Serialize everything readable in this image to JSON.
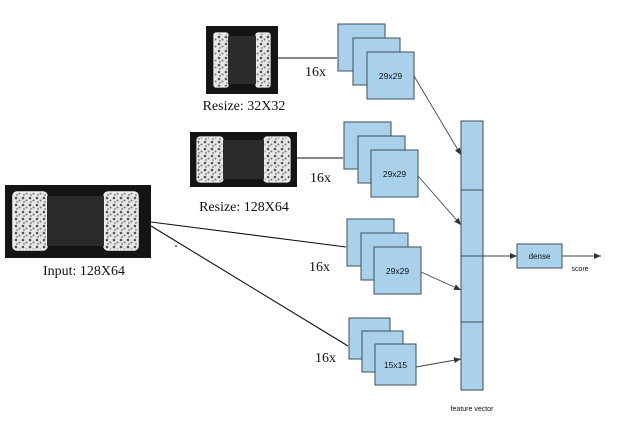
{
  "input": {
    "label": "Input: 128X64"
  },
  "branches": [
    {
      "id": "resize-32",
      "caption": "Resize: 32X32",
      "multiplier": "16x",
      "map_size": "29x29"
    },
    {
      "id": "resize-128",
      "caption": "Resize: 128X64",
      "multiplier": "16x",
      "map_size": "29x29"
    },
    {
      "id": "full",
      "caption": "",
      "multiplier": "16x",
      "map_size": "29x29"
    },
    {
      "id": "crop",
      "caption": "",
      "multiplier": "16x",
      "map_size": "15x15"
    }
  ],
  "feature_vector": {
    "label": "feature vector"
  },
  "dense": {
    "label": "dense"
  },
  "output": {
    "label": "score"
  },
  "colors": {
    "map_fill": "#a9d1ec",
    "map_stroke": "#3e4e5a",
    "image_bg": "#141414",
    "electrode": "#d8d8d8"
  }
}
